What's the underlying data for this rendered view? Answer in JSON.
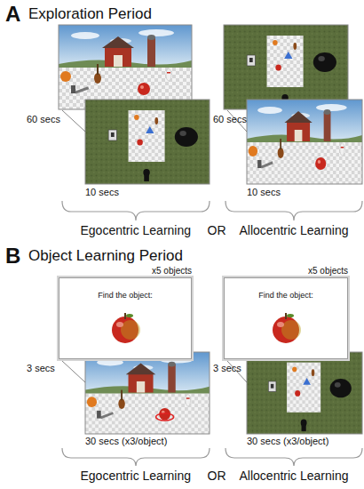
{
  "diagram": {
    "nodes": [
      {
        "text": [
          "Find the object:"
        ]
      },
      {
        "text": [
          "Find the object:"
        ]
      }
    ],
    "labels": [
      "A",
      "Exploration Period",
      "60 secs",
      "10 secs",
      "60 secs",
      "10 secs",
      "Egocentric Learning",
      "OR",
      "Allocentric Learning",
      "B",
      "Object Learning Period",
      "x5 objects",
      "3 secs",
      "30 secs (x3/object)",
      "x5 objects",
      "3 secs",
      "30 secs (x3/object)",
      "Egocentric Learning",
      "OR",
      "Allocentric Learning"
    ]
  }
}
